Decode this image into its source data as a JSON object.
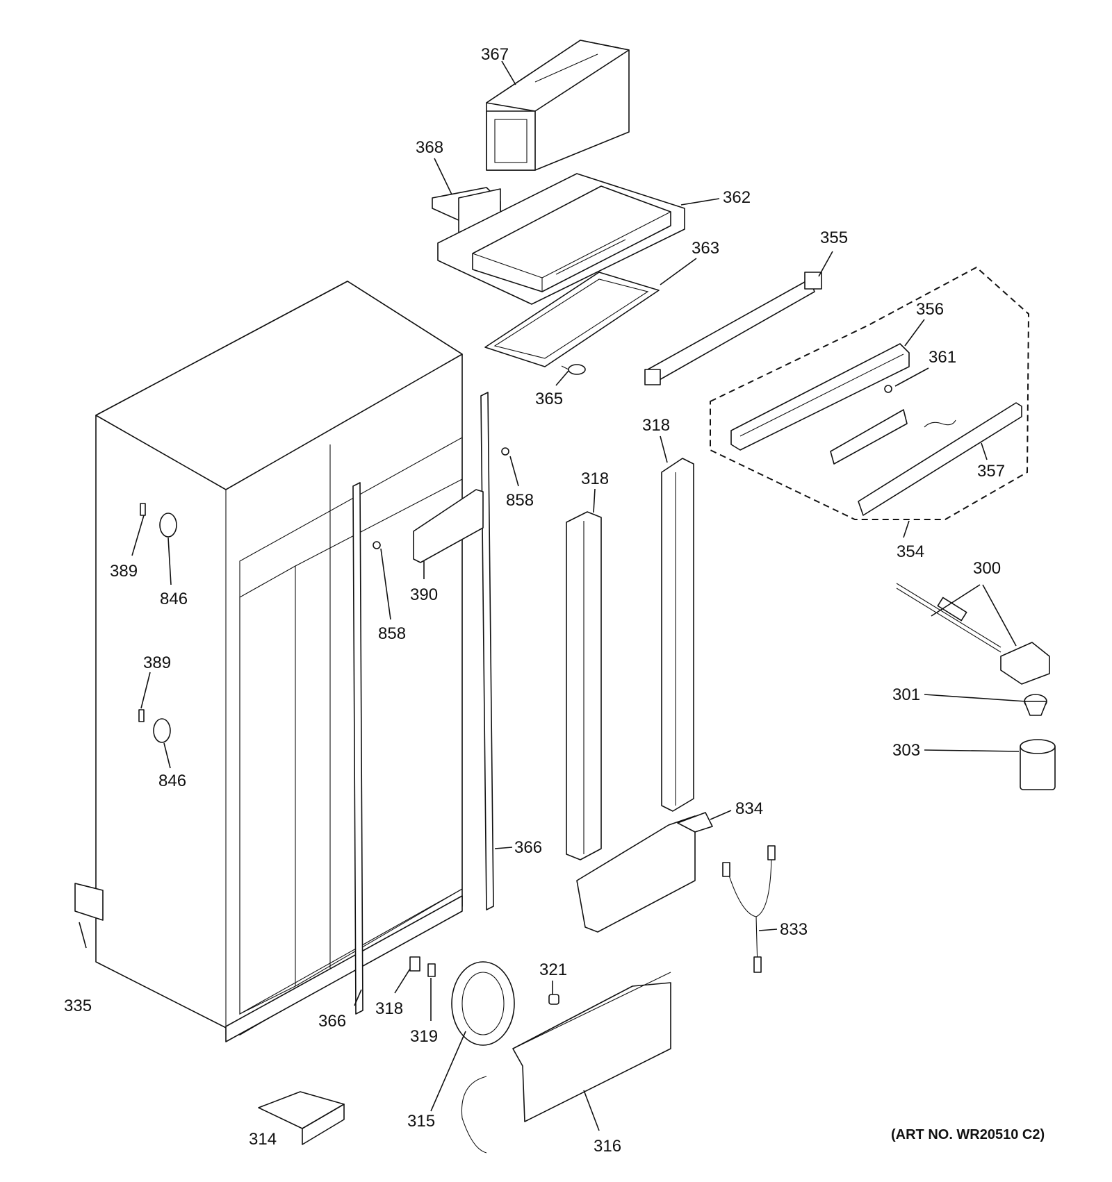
{
  "art_number": "(ART NO. WR20510 C2)",
  "callouts": [
    {
      "id": "c367",
      "text": "367"
    },
    {
      "id": "c368",
      "text": "368"
    },
    {
      "id": "c362",
      "text": "362"
    },
    {
      "id": "c363",
      "text": "363"
    },
    {
      "id": "c355",
      "text": "355"
    },
    {
      "id": "c356",
      "text": "356"
    },
    {
      "id": "c361",
      "text": "361"
    },
    {
      "id": "c357",
      "text": "357"
    },
    {
      "id": "c354",
      "text": "354"
    },
    {
      "id": "c365",
      "text": "365"
    },
    {
      "id": "c318a",
      "text": "318"
    },
    {
      "id": "c318b",
      "text": "318"
    },
    {
      "id": "c858a",
      "text": "858"
    },
    {
      "id": "c858b",
      "text": "858"
    },
    {
      "id": "c390",
      "text": "390"
    },
    {
      "id": "c389a",
      "text": "389"
    },
    {
      "id": "c846a",
      "text": "846"
    },
    {
      "id": "c389b",
      "text": "389"
    },
    {
      "id": "c846b",
      "text": "846"
    },
    {
      "id": "c300",
      "text": "300"
    },
    {
      "id": "c301",
      "text": "301"
    },
    {
      "id": "c303",
      "text": "303"
    },
    {
      "id": "c834",
      "text": "834"
    },
    {
      "id": "c366a",
      "text": "366"
    },
    {
      "id": "c366b",
      "text": "366"
    },
    {
      "id": "c833",
      "text": "833"
    },
    {
      "id": "c335",
      "text": "335"
    },
    {
      "id": "c318c",
      "text": "318"
    },
    {
      "id": "c319",
      "text": "319"
    },
    {
      "id": "c321",
      "text": "321"
    },
    {
      "id": "c315",
      "text": "315"
    },
    {
      "id": "c316",
      "text": "316"
    },
    {
      "id": "c314",
      "text": "314"
    }
  ]
}
